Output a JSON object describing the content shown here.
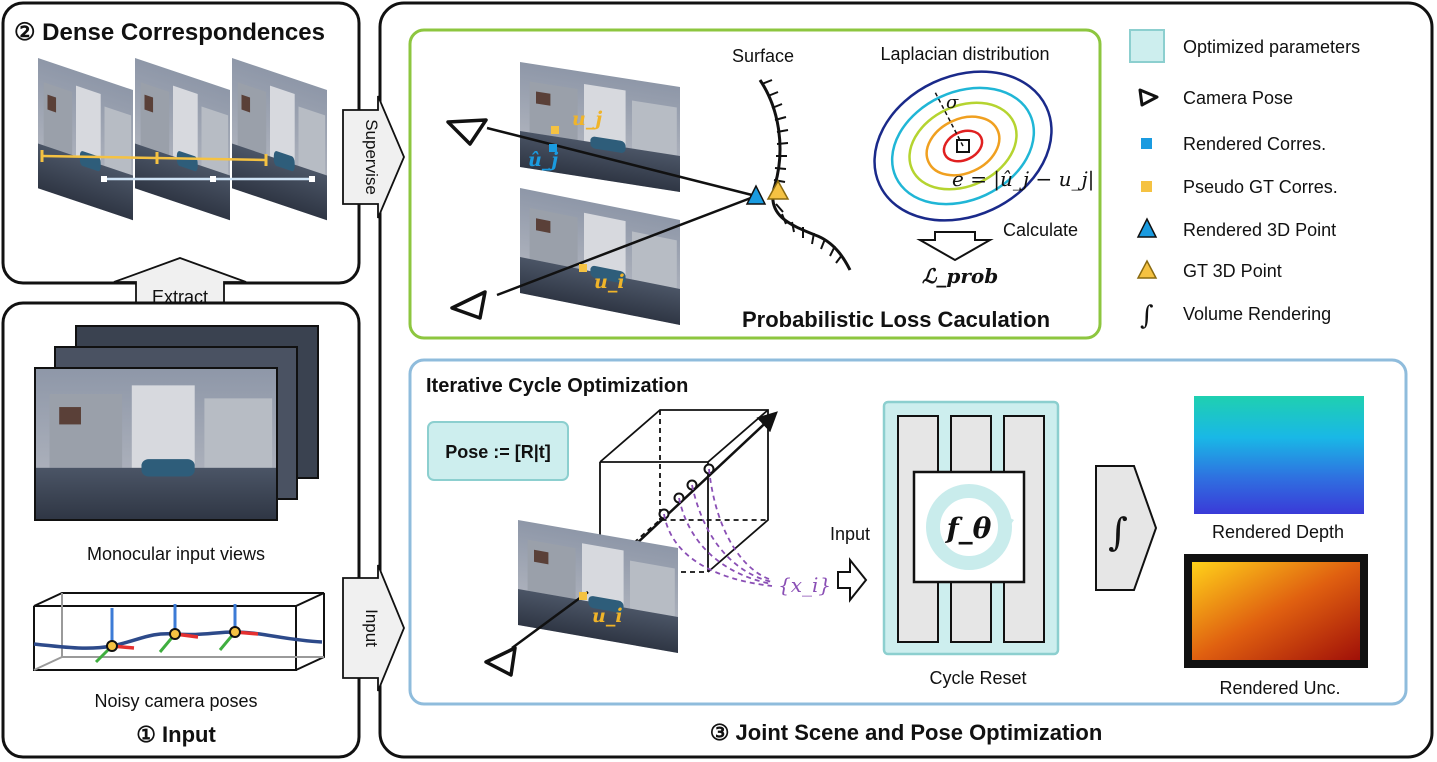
{
  "panel_dense": {
    "title": "② Dense Correspondences"
  },
  "panel_input": {
    "title": "① Input",
    "views_caption": "Monocular input views",
    "poses_caption": "Noisy camera poses"
  },
  "arrows": {
    "extract": "Extract",
    "supervise": "Supervise",
    "input": "Input"
  },
  "panel_loss": {
    "title": "Probabilistic Loss Caculation",
    "surface_label": "Surface",
    "laplacian_label": "Laplacian distribution",
    "sigma": "σ",
    "error_formula": "e = |û_j − u_j|",
    "calculate": "Calculate",
    "loss": "ℒ_prob",
    "u_j": "u_j",
    "u_hat_j": "û_j",
    "u_i": "u_i"
  },
  "panel_iter": {
    "title": "Iterative Cycle Optimization",
    "pose_box": "Pose := [R|t]",
    "x_i": "{x_i}",
    "u_i": "u_i",
    "input_label": "Input",
    "f_theta": "f_θ",
    "cycle_reset": "Cycle Reset",
    "integral": "∫",
    "rendered_depth": "Rendered Depth",
    "rendered_unc": "Rendered Unc."
  },
  "main_title": "③ Joint Scene and Pose Optimization",
  "legend": [
    {
      "label": "Optimized parameters",
      "icon": "teal-square"
    },
    {
      "label": "Camera Pose",
      "icon": "camera-triangle"
    },
    {
      "label": "Rendered Corres.",
      "icon": "blue-square"
    },
    {
      "label": "Pseudo GT Corres.",
      "icon": "yellow-square"
    },
    {
      "label": "Rendered 3D Point",
      "icon": "blue-triangle"
    },
    {
      "label": "GT 3D Point",
      "icon": "gold-triangle"
    },
    {
      "label": "Volume Rendering",
      "icon": "integral-sign"
    }
  ],
  "colors": {
    "green_border": "#8dc63f",
    "blue_border": "#8fbcdc",
    "teal_fill": "#cdeeee",
    "teal_border": "#8ccfcf",
    "correspondence_blue": "#1a9be0",
    "correspondence_yellow": "#f5c242",
    "ray_purple": "#8a4fb5",
    "label_yellow": "#f0b429"
  }
}
